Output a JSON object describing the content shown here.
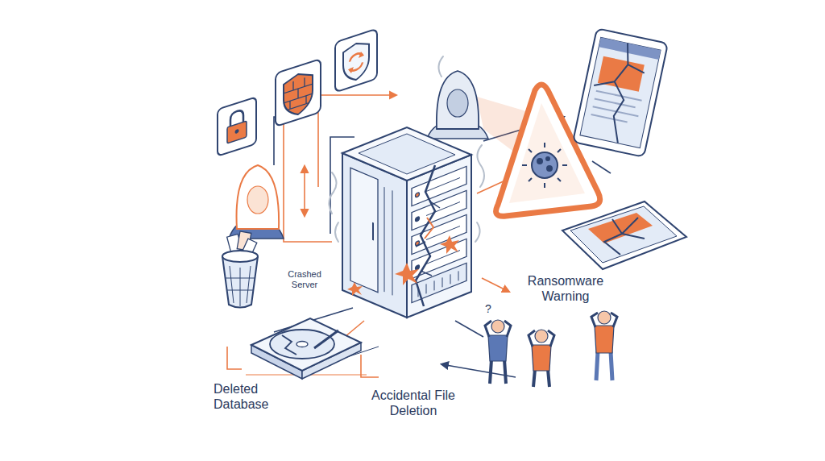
{
  "diagram": {
    "labels": [
      "Crashed Server",
      "Ransomware Warning",
      "?",
      "Deleted Database",
      "Accidental File Deletion"
    ]
  }
}
